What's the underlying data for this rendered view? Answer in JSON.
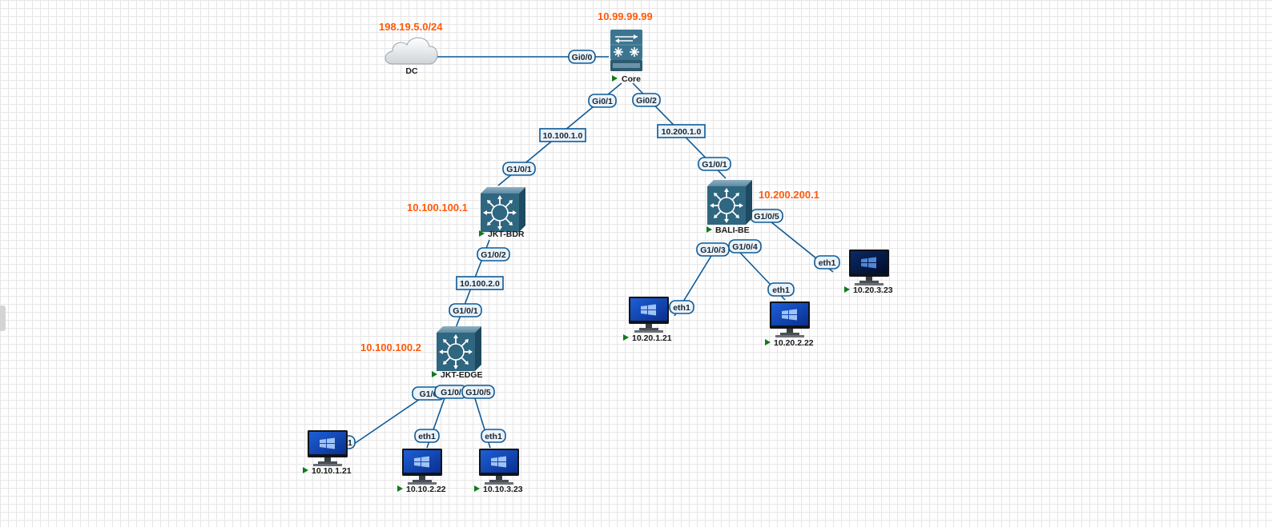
{
  "colors": {
    "link": "#0e5a96",
    "ip_label": "#ff5a0a",
    "device": "#2f6680",
    "run_arrow": "#127a1c"
  },
  "nodes": {
    "dc": {
      "label": "DC",
      "icon": "cloud-icon"
    },
    "core": {
      "label": "Core",
      "icon": "router-icon"
    },
    "jkt_bdr": {
      "label": "JKT-BDR",
      "icon": "layer3-switch-icon"
    },
    "jkt_edge": {
      "label": "JKT-EDGE",
      "icon": "layer3-switch-icon"
    },
    "bali_be": {
      "label": "BALI-BE",
      "icon": "layer3-switch-icon"
    },
    "pc_10_10_1_21": {
      "label": "10.10.1.21",
      "icon": "desktop-icon"
    },
    "pc_10_10_2_22": {
      "label": "10.10.2.22",
      "icon": "desktop-icon"
    },
    "pc_10_10_3_23": {
      "label": "10.10.3.23",
      "icon": "desktop-icon"
    },
    "pc_10_20_1_21": {
      "label": "10.20.1.21",
      "icon": "desktop-icon"
    },
    "pc_10_20_2_22": {
      "label": "10.20.2.22",
      "icon": "desktop-icon"
    },
    "pc_10_20_3_23": {
      "label": "10.20.3.23",
      "icon": "desktop-icon"
    }
  },
  "ip_labels": {
    "dc": "198.19.5.0/24",
    "core": "10.99.99.99",
    "jkt_bdr": "10.100.100.1",
    "jkt_edge": "10.100.100.2",
    "bali_be": "10.200.200.1"
  },
  "interfaces": {
    "core_gi0_0": "Gi0/0",
    "core_gi0_1": "Gi0/1",
    "core_gi0_2": "Gi0/2",
    "bdr_g1_0_1": "G1/0/1",
    "bdr_g1_0_2": "G1/0/2",
    "edge_g1_0_1": "G1/0/1",
    "edge_g1_0_a": "G1/0",
    "edge_g1_0_b": "G1/0/",
    "edge_g1_0_5": "G1/0/5",
    "bali_g1_0_1": "G1/0/1",
    "bali_g1_0_3": "G1/0/3",
    "bali_g1_0_4": "G1/0/4",
    "bali_g1_0_5": "G1/0/5",
    "eth1_a": "eth1",
    "eth1_b": "eth1",
    "eth1_c": "eth1",
    "eth1_d": "eth1",
    "eth1_e": "eth1",
    "eth1_f": "eth1"
  },
  "subnets": {
    "core_bdr": "10.100.1.0",
    "core_bali": "10.200.1.0",
    "bdr_edge": "10.100.2.0"
  }
}
